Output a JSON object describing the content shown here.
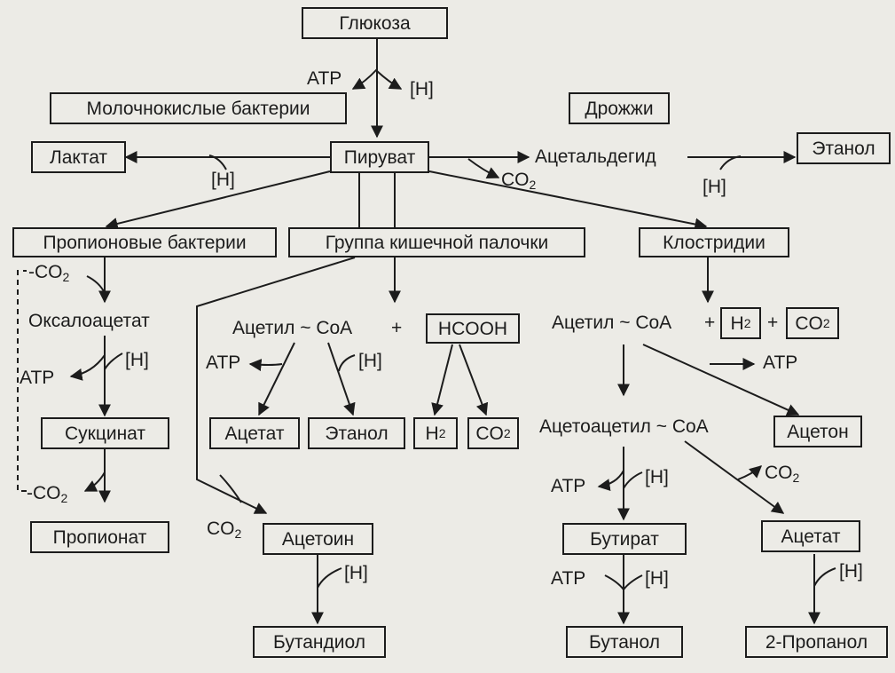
{
  "nodes": {
    "glucose": "Глюкоза",
    "lactic_bacteria": "Молочнокислые бактерии",
    "yeast": "Дрожжи",
    "lactate": "Лактат",
    "pyruvate": "Пируват",
    "acetaldehyde": "Ацетальдегид",
    "ethanol_yeast": "Этанол",
    "propionic_bacteria": "Пропионовые бактерии",
    "ecoli_group": "Группа кишечной палочки",
    "clostridia": "Клостридии",
    "oxaloacetate": "Оксалоацетат",
    "succinate": "Сукцинат",
    "propionate": "Пропионат",
    "acetyl_coa_ecoli": "Ацетил ~ CoA",
    "plus_ecoli": "+",
    "hcooh": "HCOOH",
    "acetate_ecoli": "Ацетат",
    "ethanol_ecoli": "Этанол",
    "h_letter": "H",
    "h_sub": "2",
    "co_letters": "CO",
    "co_sub": "2",
    "acetoin": "Ацетоин",
    "butanediol": "Бутандиол",
    "acetyl_coa_clost": "Ацетил ~ CoA",
    "plus_clost_1": "+",
    "plus_clost_2": "+",
    "acetoacetyl_coa": "Ацетоацетил ~ CoA",
    "acetone": "Ацетон",
    "butyrate": "Бутират",
    "butanol": "Бутанол",
    "acetate_clost": "Ацетат",
    "propanol2": "2-Пропанол"
  },
  "cofactors": {
    "atp": "ATP",
    "h": "[H]",
    "co2": "CO",
    "co2_sub": "2",
    "dash": "-"
  }
}
